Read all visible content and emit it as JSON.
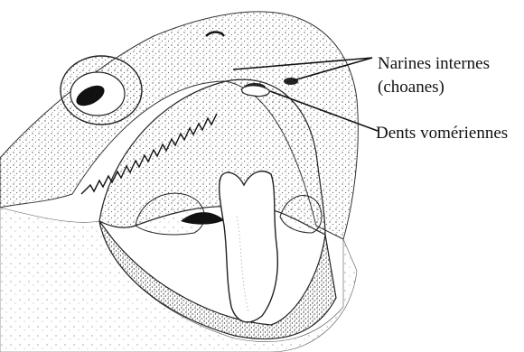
{
  "labels": {
    "narines_line1": "Narines internes",
    "narines_line2": "(choanes)",
    "dents": "Dents vomériennes"
  },
  "colors": {
    "ink": "#111111",
    "stipple": "#555555",
    "background": "#ffffff"
  }
}
